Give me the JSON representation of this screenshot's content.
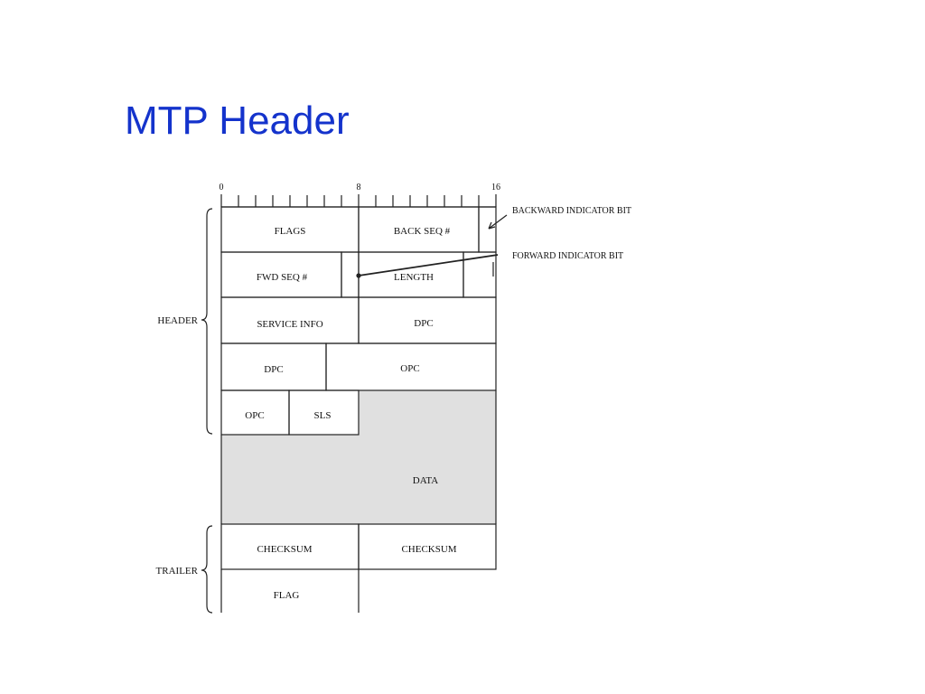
{
  "title": "MTP Header",
  "diagram": {
    "bit_marks": [
      "0",
      "8",
      "16"
    ],
    "fields": {
      "flags": "FLAGS",
      "back_seq": "BACK SEQ #",
      "fwd_seq": "FWD SEQ #",
      "length": "LENGTH",
      "service_info": "SERVICE INFO",
      "dpc_1": "DPC",
      "dpc_2": "DPC",
      "opc_1": "OPC",
      "opc_2": "OPC",
      "sls": "SLS",
      "data": "DATA",
      "checksum_1": "CHECKSUM",
      "checksum_2": "CHECKSUM",
      "flag": "FLAG"
    },
    "annotations": {
      "backward_indicator": "BACKWARD INDICATOR BIT",
      "forward_indicator": "FORWARD INDICATOR BIT"
    },
    "groups": {
      "header": "HEADER",
      "trailer": "TRAILER"
    },
    "colors": {
      "title": "#1433cc",
      "data_fill": "#e0e0e0",
      "line": "#222222"
    }
  }
}
